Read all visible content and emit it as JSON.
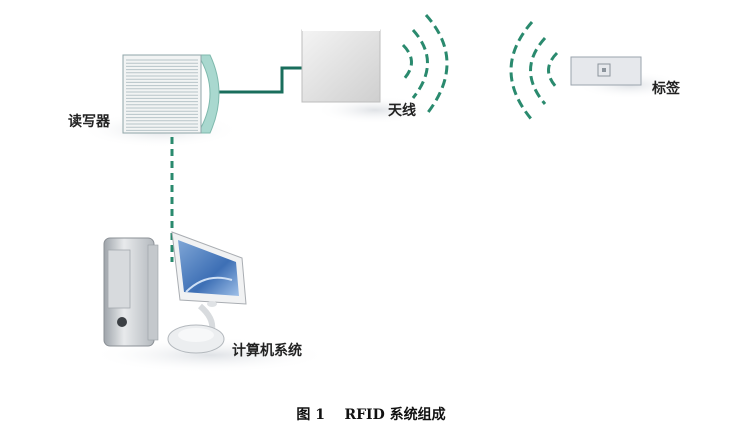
{
  "labels": {
    "reader": "读写器",
    "antenna": "天线",
    "tag": "标签",
    "computer": "计算机系统"
  },
  "caption": {
    "number": "图 1",
    "text": "RFID 系统组成"
  },
  "colors": {
    "link": "#1a6e5c",
    "dashed_link": "#2a8a6e",
    "reader_face": "#f2f4f4",
    "reader_side": "#a9d8cf",
    "antenna_face": "#e2e2e2",
    "tag_face": "#e6e8ec",
    "shadow": "#e9ebee"
  }
}
